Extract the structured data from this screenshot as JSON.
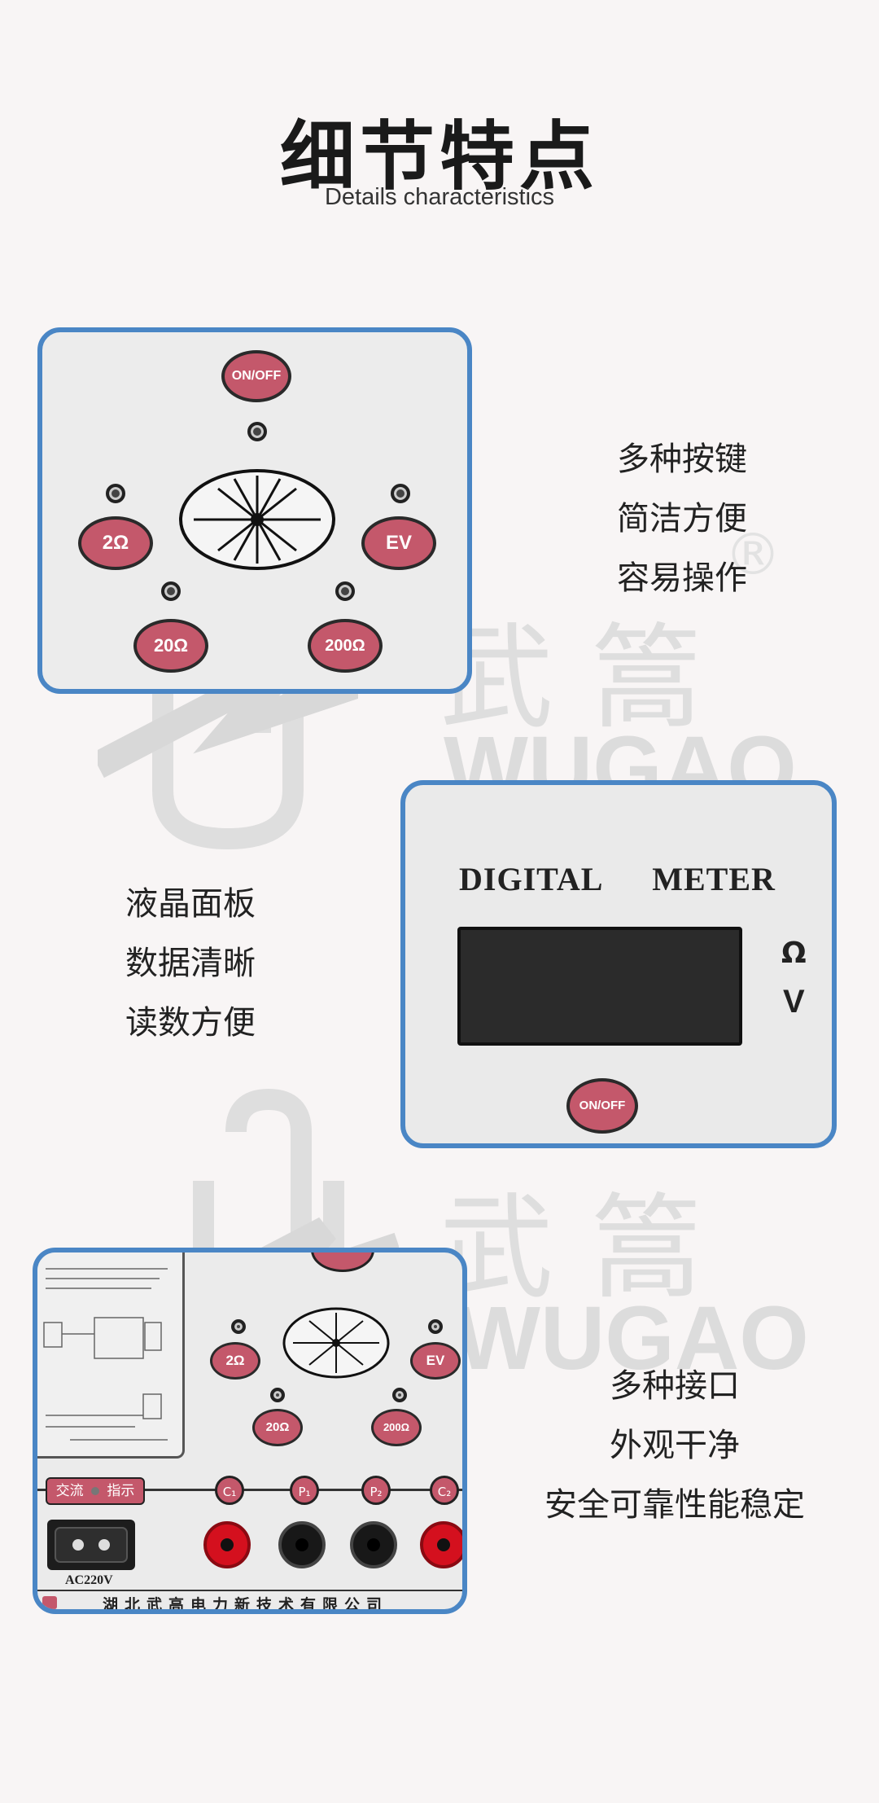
{
  "header": {
    "title": "细节特点",
    "subtitle": "Details characteristics"
  },
  "watermark": {
    "brand_cn": "武 篙",
    "brand_en": "WUGAO",
    "registered": "®"
  },
  "section1": {
    "panel": {
      "on_off": "ON/OFF",
      "btn_2ohm": "2Ω",
      "btn_ev": "EV",
      "btn_20ohm": "20Ω",
      "btn_200ohm": "200Ω"
    },
    "features": [
      "多种按键",
      "简洁方便",
      "容易操作"
    ]
  },
  "section2": {
    "panel": {
      "meter_label_1": "DIGITAL",
      "meter_label_2": "METER",
      "unit_ohm": "Ω",
      "unit_v": "V",
      "on_off": "ON/OFF"
    },
    "features": [
      "液晶面板",
      "数据清晰",
      "读数方便"
    ]
  },
  "section3": {
    "panel": {
      "btn_2ohm": "2Ω",
      "btn_ev": "EV",
      "btn_20ohm": "20Ω",
      "btn_200ohm": "200Ω",
      "ac_label": "交流",
      "indicator_label": "指示",
      "port_c1": "C₁",
      "port_p1": "P₁",
      "port_p2": "P₂",
      "port_c2": "C₂",
      "ac_voltage": "AC220V",
      "company": "湖北武高电力新技术有限公司"
    },
    "features": [
      "多种接口",
      "外观干净",
      "安全可靠性能稳定"
    ]
  },
  "colors": {
    "panel_border": "#4a86c5",
    "button_pink": "#c4586b",
    "terminal_red": "#d4101e"
  }
}
